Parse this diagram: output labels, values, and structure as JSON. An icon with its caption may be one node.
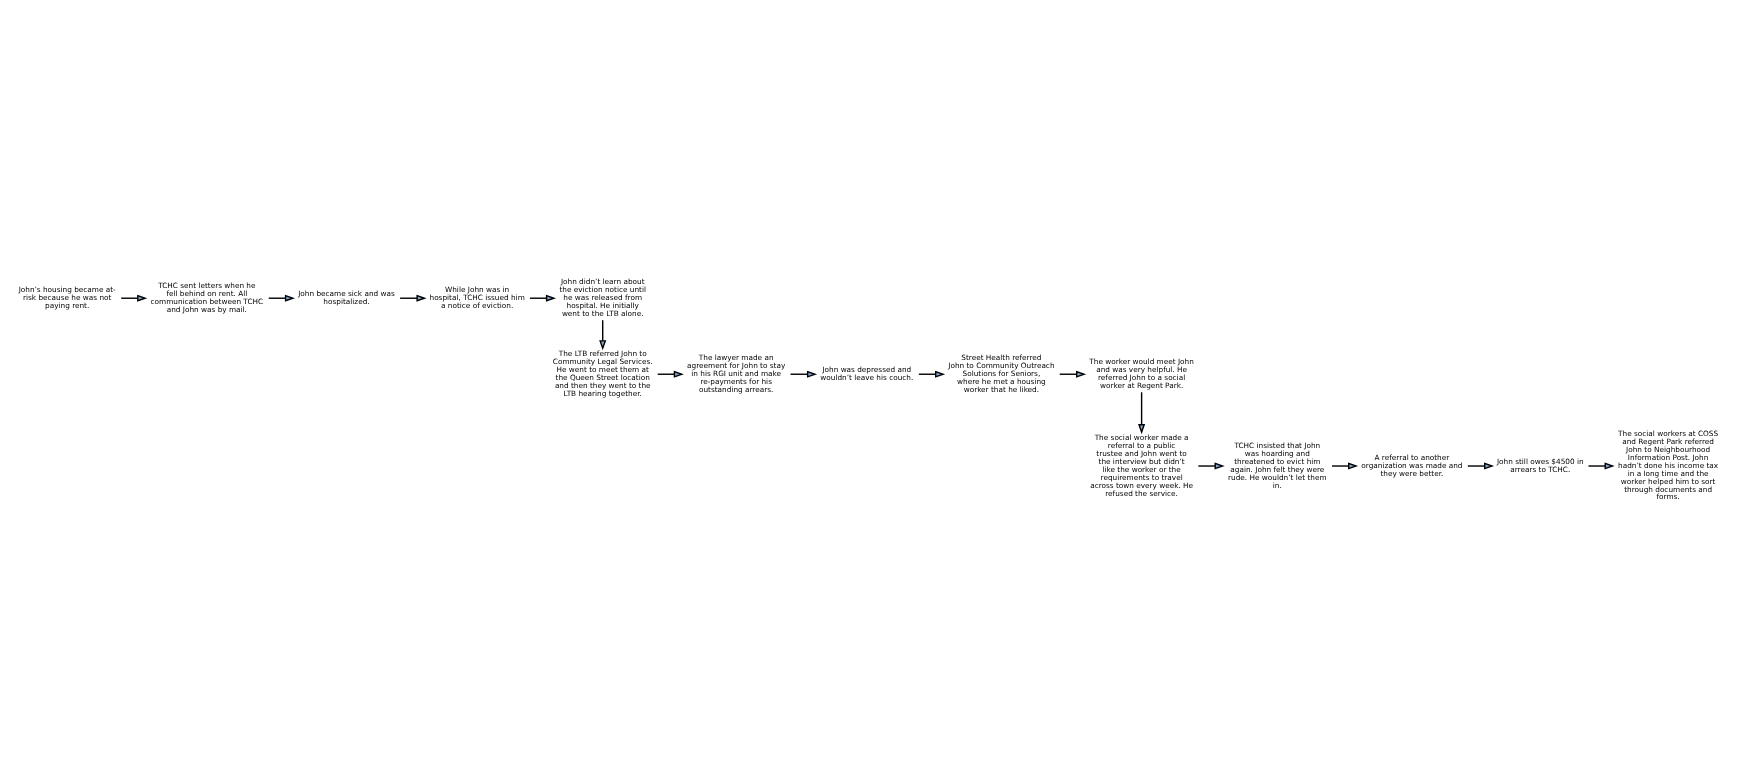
{
  "diagram": {
    "nodes": [
      {
        "text": [
          "John’s housing became at-risk because he was not paying rent."
        ]
      },
      {
        "text": [
          "TCHC sent letters when he fell behind on rent. All communication between TCHC and John was by mail."
        ]
      },
      {
        "text": [
          "John became sick and was hospitalized."
        ]
      },
      {
        "text": [
          "While John was in hospital, TCHC issued him a notice of eviction."
        ]
      },
      {
        "text": [
          "John didn’t learn about the eviction notice until he was released from hospital. He initially went to the LTB alone."
        ]
      },
      {
        "text": [
          "The LTB referred John to Community Legal Services. He went to meet them at the Queen Street location and then they went to the LTB hearing together."
        ]
      },
      {
        "text": [
          "The lawyer made an agreement for John to stay in his RGI unit and make re-payments for his outstanding arrears."
        ]
      },
      {
        "text": [
          "John was depressed and wouldn’t leave his couch."
        ]
      },
      {
        "text": [
          "Street Health referred John to Community Outreach Solutions for Seniors, where he met a housing worker that he liked."
        ]
      },
      {
        "text": [
          "The worker would meet John and was very helpful. He referred John to a social worker at Regent Park."
        ]
      },
      {
        "text": [
          "The social worker made a referral to a public trustee and John went to the interview but didn’t like the worker or the requirements to travel across town every week. He refused the service."
        ]
      },
      {
        "text": [
          "TCHC insisted that John was hoarding and threatened to evict him again. John felt they were rude. He wouldn’t let them in."
        ]
      },
      {
        "text": [
          "A referral to another organization was made and they were better."
        ]
      },
      {
        "text": [
          "John still owes $4500 in arrears to TCHC."
        ]
      },
      {
        "text": [
          "The social workers at COSS and Regent Park referred John to Neighbourhood Information Post. John hadn’t done his income tax in a long time and the worker helped him to sort through documents and forms."
        ]
      }
    ],
    "edges": [
      {
        "from": 0,
        "to": 1,
        "arrow": "to"
      },
      {
        "from": 1,
        "to": 2,
        "arrow": "to"
      },
      {
        "from": 2,
        "to": 3,
        "arrow": "to"
      },
      {
        "from": 3,
        "to": 4,
        "arrow": "to"
      },
      {
        "from": 4,
        "to": 5,
        "arrow": "to"
      },
      {
        "from": 5,
        "to": 6,
        "arrow": "to"
      },
      {
        "from": 6,
        "to": 7,
        "arrow": "to"
      },
      {
        "from": 7,
        "to": 8,
        "arrow": "to"
      },
      {
        "from": 8,
        "to": 9,
        "arrow": "to"
      },
      {
        "from": 9,
        "to": 10,
        "arrow": "to"
      },
      {
        "from": 10,
        "to": 11,
        "arrow": "to"
      },
      {
        "from": 11,
        "to": 12,
        "arrow": "to"
      },
      {
        "from": 12,
        "to": 13,
        "arrow": "to"
      },
      {
        "from": 13,
        "to": 14,
        "arrow": "to"
      }
    ]
  }
}
